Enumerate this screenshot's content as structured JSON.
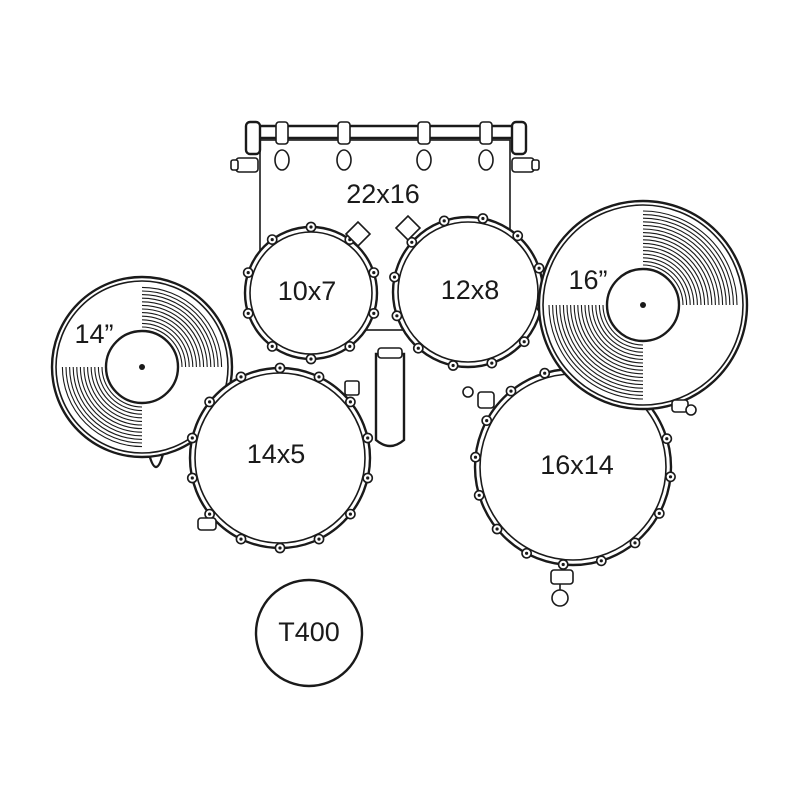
{
  "drums": {
    "bass": "22x16",
    "tom_left": "10x7",
    "tom_right": "12x8",
    "snare": "14x5",
    "floor_tom": "16x14"
  },
  "cymbals": {
    "left": "14”",
    "right": "16”"
  },
  "model_badge": "T400",
  "colors": {
    "line": "#1a1a1a",
    "background": "#ffffff"
  }
}
